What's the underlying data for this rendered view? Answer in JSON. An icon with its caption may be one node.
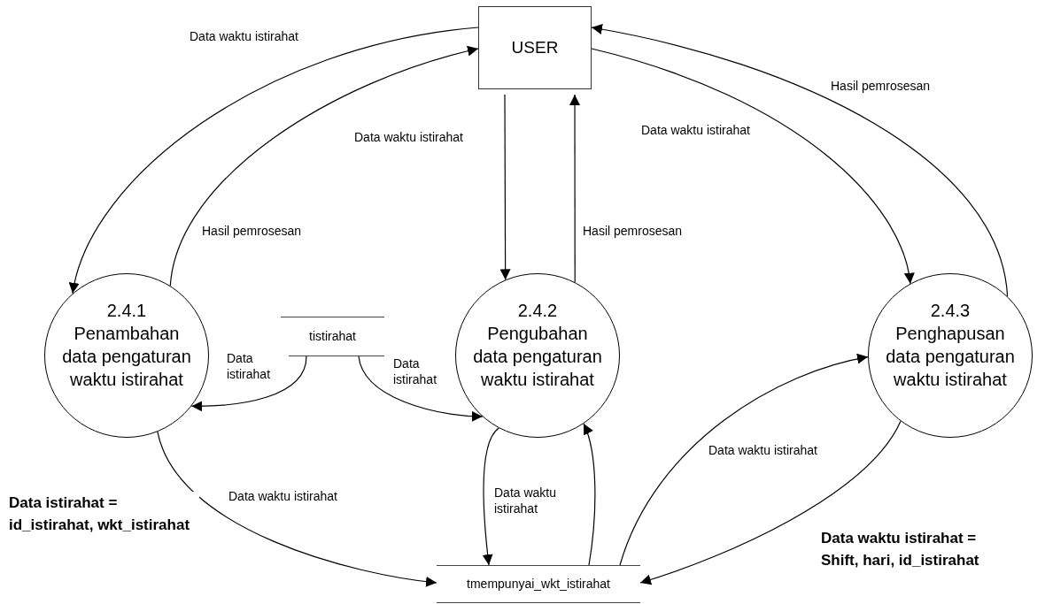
{
  "diagram": {
    "nodes": [
      {
        "text": [
          "USER"
        ]
      },
      {
        "text": [
          "2.4.1 Penambahan data pengaturan waktu istirahat"
        ]
      },
      {
        "text": [
          "tistirahat"
        ]
      },
      {
        "text": [
          "2.4.2 Pengubahan data pengaturan waktu istirahat"
        ]
      },
      {
        "text": [
          "2.4.3 Penghapusan data pengaturan waktu istirahat"
        ]
      },
      {
        "text": [
          "tmempunyai_wkt_istirahat"
        ]
      }
    ],
    "edges": [
      {
        "from": 0,
        "to": 1,
        "arrow": "to",
        "label": "Data waktu istirahat"
      },
      {
        "from": 1,
        "to": 0,
        "arrow": "to",
        "label": "Hasil pemrosesan"
      },
      {
        "from": 0,
        "to": 3,
        "arrow": "to",
        "label": "Data waktu istirahat"
      },
      {
        "from": 3,
        "to": 0,
        "arrow": "to",
        "label": "Hasil pemrosesan"
      },
      {
        "from": 0,
        "to": 4,
        "arrow": "to",
        "label": "Data waktu istirahat"
      },
      {
        "from": 4,
        "to": 0,
        "arrow": "to",
        "label": "Hasil pemrosesan"
      },
      {
        "from": 2,
        "to": 1,
        "arrow": "to",
        "label": "Data istirahat"
      },
      {
        "from": 2,
        "to": 3,
        "arrow": "to",
        "label": "Data istirahat"
      },
      {
        "from": 1,
        "to": 5,
        "arrow": "to",
        "label": "Data waktu istirahat"
      },
      {
        "from": 3,
        "to": 5,
        "arrow": "to",
        "label": "Data waktu istirahat"
      },
      {
        "from": 5,
        "to": 3,
        "arrow": "to"
      },
      {
        "from": 5,
        "to": 4,
        "arrow": "to",
        "label": "Data waktu istirahat"
      },
      {
        "from": 4,
        "to": 5,
        "arrow": "to"
      }
    ],
    "labels": [
      "Data istirahat = id_istirahat, wkt_istirahat",
      "Data waktu istirahat = Shift, hari, id_istirahat"
    ]
  }
}
